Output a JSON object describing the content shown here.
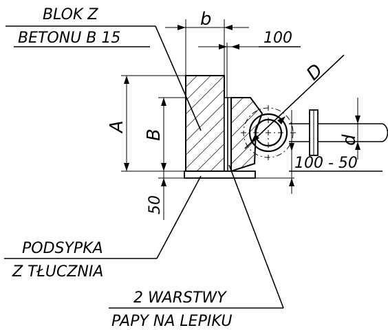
{
  "labels": {
    "block_line1": "BLOK  Z",
    "block_line2": "BETONU B 15",
    "dim_b": "b",
    "dim_100": "100",
    "dim_D": "D",
    "dim_A": "A",
    "dim_B": "B",
    "dim_d": "d",
    "dim_100_50": "100 - 50",
    "dim_50": "50",
    "subbase_line1": "PODSYPKA",
    "subbase_line2": "Z TŁUCZNIA",
    "felt_line1": "2 WARSTWY",
    "felt_line2": "PAPY NA LEPIKU"
  }
}
